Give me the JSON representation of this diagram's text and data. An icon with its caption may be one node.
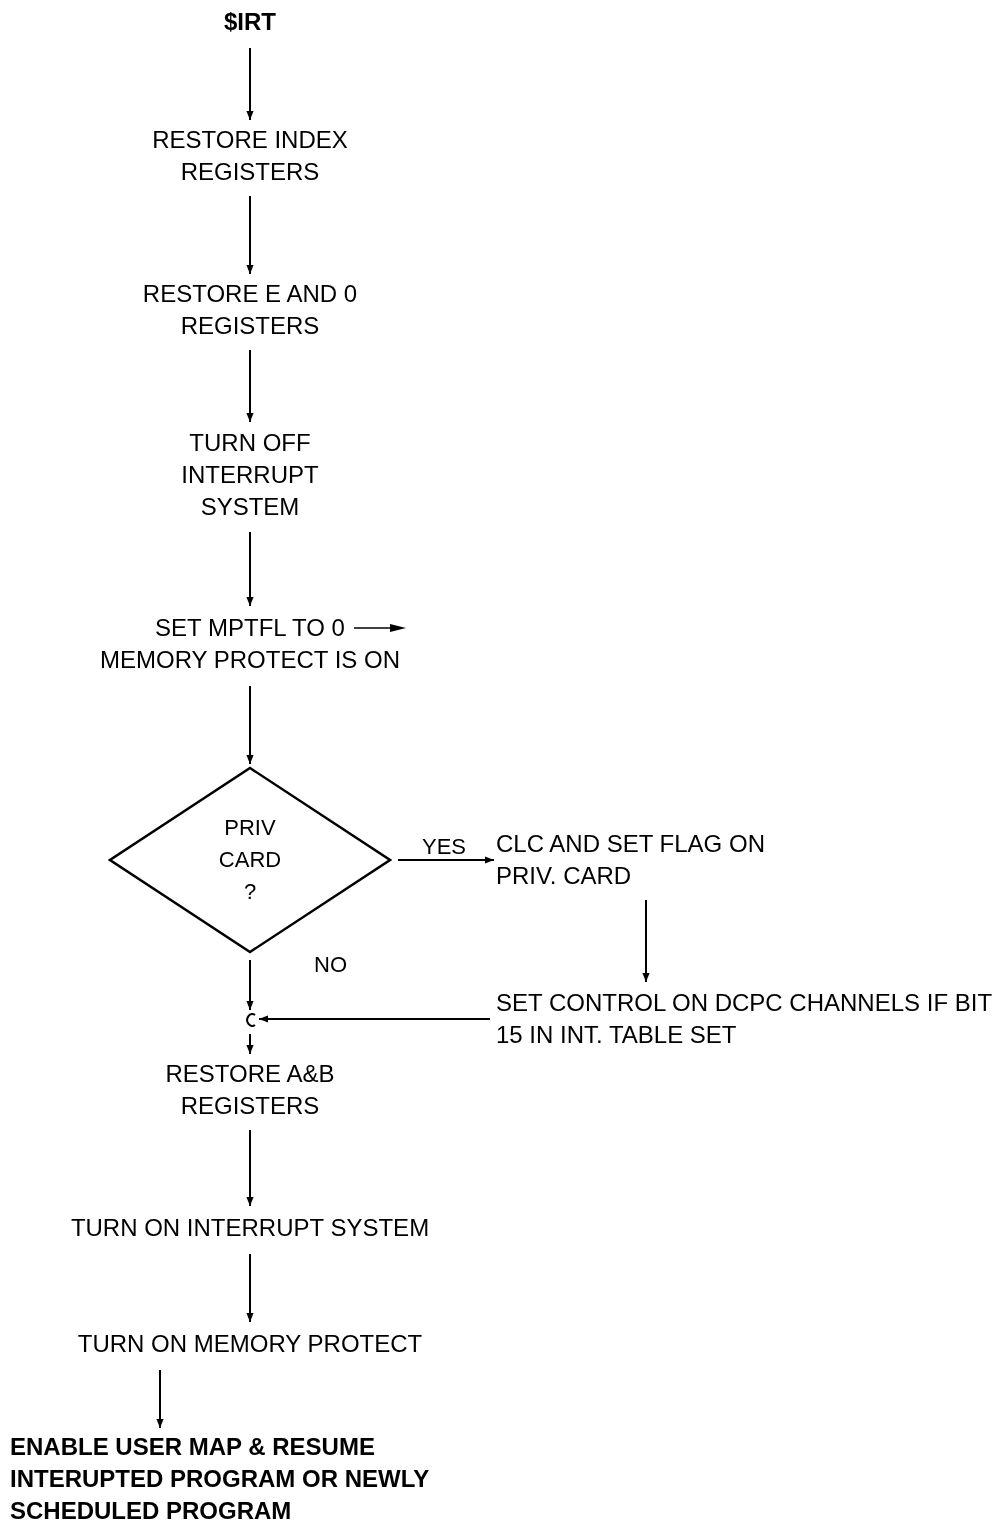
{
  "diagram": {
    "nodes": [
      {
        "text": [
          "$IRT"
        ]
      },
      {
        "text": [
          "RESTORE INDEX REGISTERS"
        ]
      },
      {
        "text": [
          "RESTORE E AND 0 REGISTERS"
        ]
      },
      {
        "text": [
          "TURN OFF INTERRUPT SYSTEM"
        ]
      },
      {
        "text": [
          "SET MPTFL TO 0",
          "MEMORY PROTECT IS ON"
        ]
      },
      {
        "text": [
          "PRIV CARD ?"
        ]
      },
      {
        "text": [
          "CLC AND SET FLAG ON PRIV. CARD"
        ]
      },
      {
        "text": [
          "SET CONTROL ON DCPC CHANNELS IF BIT 15 IN INT. TABLE SET"
        ]
      },
      {
        "text": [],
        "shape": "circle"
      },
      {
        "text": [
          "RESTORE A&B REGISTERS"
        ]
      },
      {
        "text": [
          "TURN ON INTERRUPT SYSTEM"
        ]
      },
      {
        "text": [
          "TURN ON MEMORY PROTECT"
        ]
      },
      {
        "text": [
          "ENABLE USER MAP & RESUME INTERUPTED PROGRAM OR NEWLY SCHEDULED PROGRAM"
        ]
      }
    ],
    "edges": [
      {
        "from": 0,
        "to": 1,
        "arrow": "to"
      },
      {
        "from": 1,
        "to": 2,
        "arrow": "to"
      },
      {
        "from": 2,
        "to": 3,
        "arrow": "to"
      },
      {
        "from": 3,
        "to": 4,
        "arrow": "to"
      },
      {
        "from": 4,
        "to": 5,
        "arrow": "to"
      },
      {
        "from": 5,
        "to": 6,
        "arrow": "to",
        "label": "YES"
      },
      {
        "from": 6,
        "to": 7,
        "arrow": "to"
      },
      {
        "from": 5,
        "to": 8,
        "arrow": "to",
        "label": "NO"
      },
      {
        "from": 7,
        "to": 8,
        "arrow": "to"
      },
      {
        "from": 8,
        "to": 9,
        "arrow": "to"
      },
      {
        "from": 9,
        "to": 10,
        "arrow": "to"
      },
      {
        "from": 10,
        "to": 11,
        "arrow": "to"
      },
      {
        "from": 11,
        "to": 12,
        "arrow": "to"
      }
    ]
  }
}
